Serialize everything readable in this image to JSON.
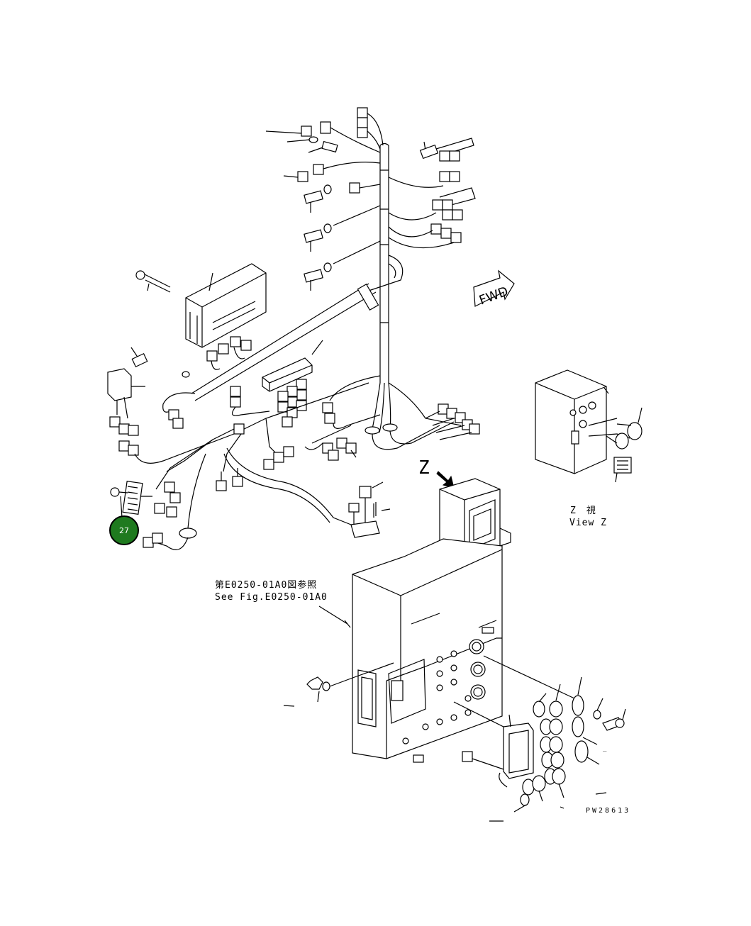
{
  "diagram": {
    "fig_ref_jp": "第E0250-01A0図参照",
    "fig_ref_en": "See Fig.E0250-01A0",
    "view_label_jp": "Z　視",
    "view_label_en": "View Z",
    "view_marker": "Z",
    "fwd_label": "FWD",
    "drawing_number": "PW28613",
    "callout": {
      "number": "27",
      "color": "#1f7a1f"
    }
  }
}
